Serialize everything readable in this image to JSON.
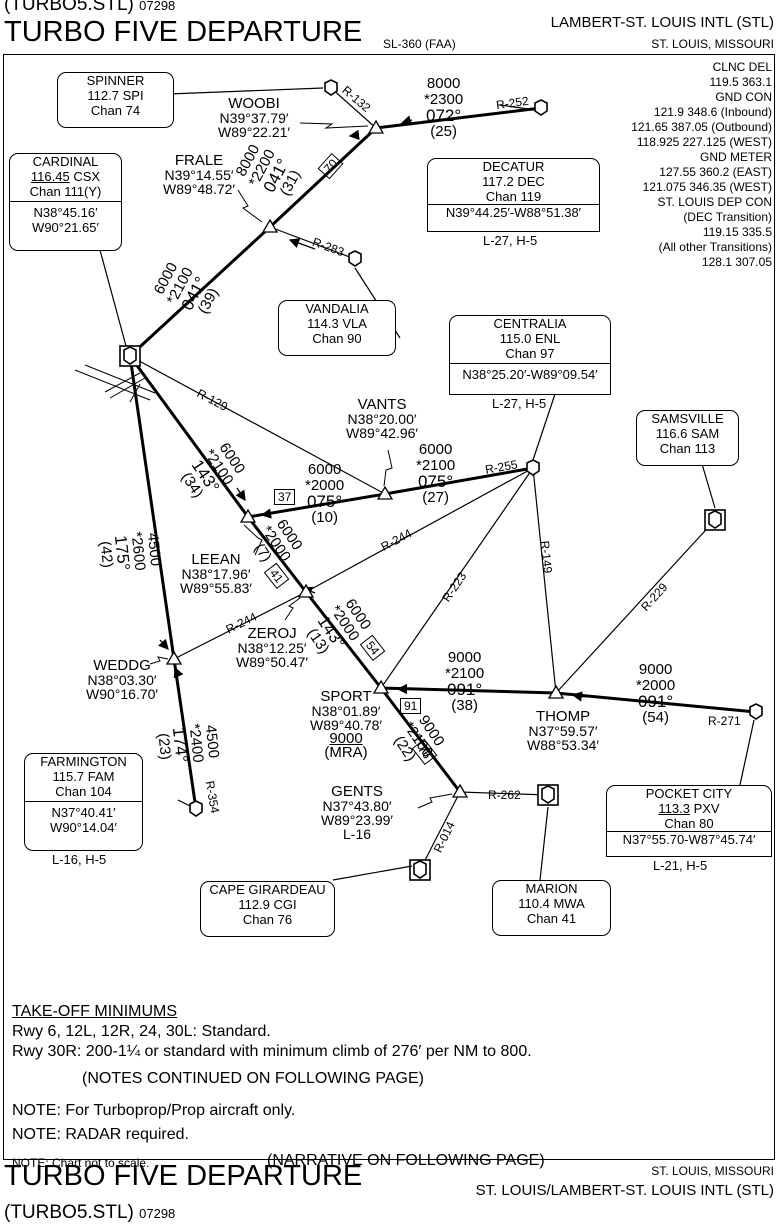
{
  "header": {
    "id_top": "(TURBO5.STL)",
    "id_top_num": "07298",
    "title": "TURBO FIVE DEPARTURE",
    "sl": "SL-360 (FAA)",
    "airport": "LAMBERT-ST. LOUIS INTL (STL)",
    "city": "ST. LOUIS, MISSOURI"
  },
  "freqs": [
    "CLNC DEL",
    "119.5  363.1",
    "GND CON",
    "121.9  348.6 (Inbound)",
    "121.65  387.05 (Outbound)",
    "118.925  227.125 (WEST)",
    "GND METER",
    "127.55  360.2  (EAST)",
    "121.075  346.35  (WEST)",
    "ST. LOUIS DEP CON",
    "(DEC Transition)",
    "119.15  335.5",
    "(All other Transitions)",
    "128.1  307.05"
  ],
  "navaids": {
    "spinner": {
      "name": "SPINNER",
      "freq": "112.7",
      "id": "SPI",
      "chan": "Chan 74"
    },
    "cardinal": {
      "name": "CARDINAL",
      "freq": "116.45",
      "id": "CSX",
      "chan": "Chan 111(Y)",
      "coord1": "N38°45.16′",
      "coord2": "W90°21.65′"
    },
    "decatur": {
      "name": "DECATUR",
      "freq": "117.2",
      "id": "DEC",
      "chan": "Chan 119",
      "coord": "N39°44.25′-W88°51.38′",
      "charts": "L-27, H-5"
    },
    "vandalia": {
      "name": "VANDALIA",
      "freq": "114.3",
      "id": "VLA",
      "chan": "Chan 90"
    },
    "centralia": {
      "name": "CENTRALIA",
      "freq": "115.0",
      "id": "ENL",
      "chan": "Chan 97",
      "coord": "N38°25.20′-W89°09.54′",
      "charts": "L-27, H-5"
    },
    "samsville": {
      "name": "SAMSVILLE",
      "freq": "116.6",
      "id": "SAM",
      "chan": "Chan 113"
    },
    "farmington": {
      "name": "FARMINGTON",
      "freq": "115.7",
      "id": "FAM",
      "chan": "Chan 104",
      "coord1": "N37°40.41′",
      "coord2": "W90°14.04′",
      "charts": "L-16, H-5"
    },
    "pocketcity": {
      "name": "POCKET CITY",
      "freq": "113.3",
      "id": "PXV",
      "chan": "Chan 80",
      "coord": "N37°55.70-W87°45.74′",
      "charts": "L-21, H-5"
    },
    "capegirardeau": {
      "name": "CAPE GIRARDEAU",
      "freq": "112.9",
      "id": "CGI",
      "chan": "Chan 76"
    },
    "marion": {
      "name": "MARION",
      "freq": "110.4",
      "id": "MWA",
      "chan": "Chan 41"
    }
  },
  "fixes": {
    "woobi": {
      "name": "WOOBI",
      "c1": "N39°37.79′",
      "c2": "W89°22.21′"
    },
    "frale": {
      "name": "FRALE",
      "c1": "N39°14.55′",
      "c2": "W89°48.72′"
    },
    "vants": {
      "name": "VANTS",
      "c1": "N38°20.00′",
      "c2": "W89°42.96′"
    },
    "leean": {
      "name": "LEEAN",
      "c1": "N38°17.96′",
      "c2": "W89°55.83′"
    },
    "zeroj": {
      "name": "ZEROJ",
      "c1": "N38°12.25′",
      "c2": "W89°50.47′"
    },
    "weddg": {
      "name": "WEDDG",
      "c1": "N38°03.30′",
      "c2": "W90°16.70′"
    },
    "sport": {
      "name": "SPORT",
      "c1": "N38°01.89′",
      "c2": "W89°40.78′",
      "mra": "9000",
      "mra_lbl": "(MRA)"
    },
    "thomp": {
      "name": "THOMP",
      "c1": "N37°59.57′",
      "c2": "W88°53.34′"
    },
    "gents": {
      "name": "GENTS",
      "c1": "N37°43.80′",
      "c2": "W89°23.99′",
      "charts": "L-16"
    }
  },
  "legs": {
    "dec": {
      "alt": "8000",
      "mea": "*2300",
      "crs": "072°",
      "dist": "(25)"
    },
    "woobi": {
      "alt": "8000",
      "mea": "*2200",
      "crs": "041°",
      "dist": "(31)",
      "mocap": "70"
    },
    "frale": {
      "alt": "6000",
      "mea": "*2100",
      "crs": "041°",
      "dist": "(39)"
    },
    "vants_in": {
      "alt": "6000",
      "mea": "*2100",
      "crs": "143°",
      "dist": "(34)"
    },
    "leean_vants": {
      "alt": "6000",
      "mea": "*2000",
      "crs": "075°",
      "dist": "(10)",
      "mocap": "37"
    },
    "vants_enl": {
      "alt": "6000",
      "mea": "*2100",
      "crs": "075°",
      "dist": "(27)"
    },
    "leean_zeroj": {
      "alt": "6000",
      "mea": "*2000",
      "dist": "(7)",
      "mocap": "41"
    },
    "zeroj_sport": {
      "alt": "6000",
      "mea": "*2000",
      "crs": "143°",
      "dist": "(13)",
      "mocap": "54"
    },
    "weddg": {
      "alt": "4500",
      "mea": "*2600",
      "crs": "175°",
      "dist": "(42)"
    },
    "sport_thomp": {
      "alt": "9000",
      "mea": "*2100",
      "crs": "091°",
      "dist": "(38)",
      "mocap": "91"
    },
    "thomp_pxv": {
      "alt": "9000",
      "mea": "*2000",
      "crs": "091°",
      "dist": "(54)"
    },
    "sport_gents": {
      "alt": "9000",
      "mea": "*2100",
      "dist": "(22)",
      "mocap": "76"
    },
    "weddg_fam": {
      "alt": "4500",
      "mea": "*2400",
      "crs": "174°",
      "dist": "(23)"
    }
  },
  "radials": {
    "r132": "R-132",
    "r252": "R-252",
    "r283": "R-283",
    "r129": "R-129",
    "r255": "R-255",
    "r244a": "R-244",
    "r244b": "R-244",
    "r223": "R-223",
    "r149": "R-149",
    "r229": "R-229",
    "r271": "R-271",
    "r262": "R-262",
    "r014": "R-014",
    "r354": "R-354"
  },
  "notes": {
    "tom": "TAKE-OFF MINIMUMS",
    "rwy1": "Rwy 6, 12L, 12R, 24, 30L: Standard.",
    "rwy2": "Rwy 30R: 200-1¼  or standard with minimum climb of 276′ per NM to 800.",
    "cont": "(NOTES CONTINUED ON FOLLOWING PAGE)",
    "n1": "NOTE:  For Turboprop/Prop aircraft only.",
    "n2": "NOTE:  RADAR required.",
    "n3": "NOTE:  Chart not to scale.",
    "narr": "(NARRATIVE ON FOLLOWING PAGE)"
  },
  "footer": {
    "title": "TURBO FIVE DEPARTURE",
    "city": "ST. LOUIS, MISSOURI",
    "airport": "ST. LOUIS/LAMBERT-ST. LOUIS INTL (STL)",
    "id": "(TURBO5.STL)",
    "num": "07298"
  }
}
